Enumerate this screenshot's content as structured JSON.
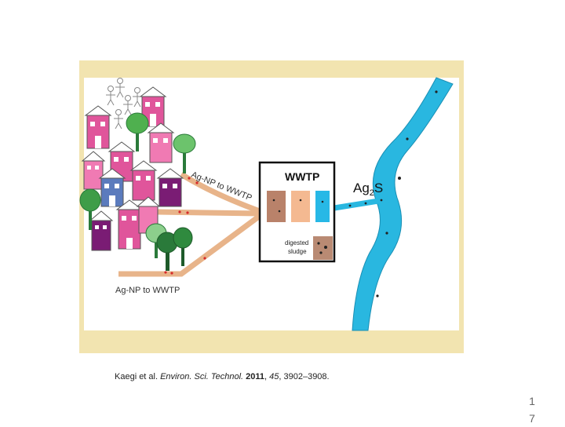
{
  "diagram": {
    "wwtp_label": "WWTP",
    "product_label_main": "Ag",
    "product_label_sub": "2",
    "product_label_tail": "S",
    "path_label_upper": "Ag-NP to WWTP",
    "path_label_lower": "Ag-NP to WWTP",
    "sludge_label_line1": "digested",
    "sludge_label_line2": "sludge",
    "colors": {
      "background": "#fdf6dc",
      "frame": "#f2e4b0",
      "river": "#29b7e0",
      "pipe": "#e8b48a",
      "box_brown": "#b9826a",
      "box_peach": "#f4b991",
      "box_cyan": "#27b8e6",
      "sludge": "#b98a73",
      "house_pink": "#e0559b",
      "house_magenta": "#b42d7a",
      "house_purple": "#7a1c74",
      "house_blue": "#5b7bbd",
      "tree_green": "#4fb04f",
      "tree_dark": "#2a7a3a",
      "particle": "#d62a2a"
    }
  },
  "citation": {
    "authors": "Kaegi et al. ",
    "journal": "Environ. Sci. Technol.",
    "year": " 2011",
    "sep1": ", ",
    "volume": "45",
    "pages": ", 3902–3908."
  },
  "page_number": {
    "line1": "1",
    "line2": "7"
  }
}
